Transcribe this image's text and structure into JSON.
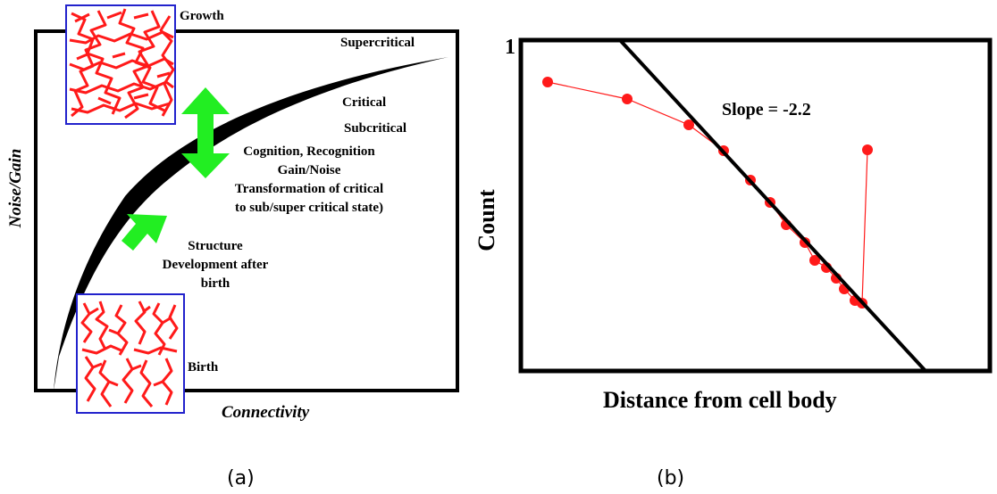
{
  "panel_a": {
    "caption": "(a)",
    "y_label": "Noise/Gain",
    "x_label": "Connectivity",
    "labels": {
      "growth": "Growth",
      "birth": "Birth",
      "supercritical": "Supercritical",
      "critical": "Critical",
      "subcritical": "Subcritical",
      "cognition_lines": [
        "Cognition, Recognition",
        "Gain/Noise",
        "Transformation of critical",
        "to sub/super critical state)"
      ],
      "structure_lines": [
        "Structure",
        "Development after",
        "birth"
      ]
    },
    "colors": {
      "arrow": "#22ee22",
      "network": "#ff1a1a",
      "inset_border": "#2222cc",
      "band": "#000000"
    }
  },
  "panel_b": {
    "caption": "(b)",
    "y_label": "Count",
    "x_label": "Distance from cell body",
    "y_tick_top": "1",
    "slope_label": "Slope = -2.2",
    "colors": {
      "points": "#ff1a1a",
      "line": "#000000"
    }
  }
}
